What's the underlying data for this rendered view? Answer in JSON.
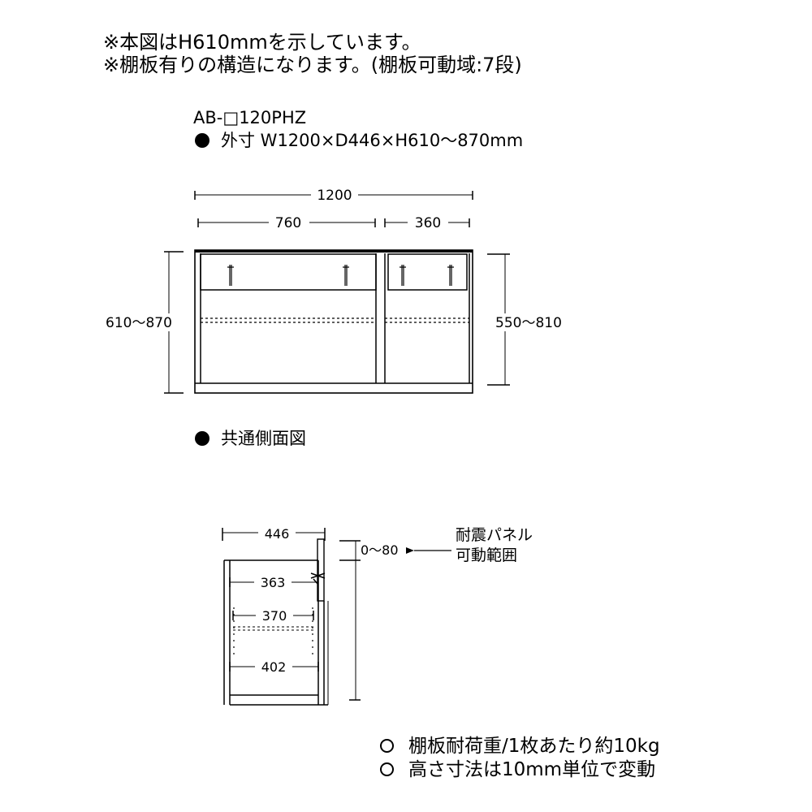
{
  "notes": [
    "※本図はH610mmを示しています。",
    "※棚板有りの構造になります。(棚板可動域:7段)"
  ],
  "model": "AB-□120PHZ",
  "outer_dimensions": "外寸 W1200×D446×H610〜870mm",
  "front_view": {
    "total_width": "1200",
    "left_width": "760",
    "right_width": "360",
    "left_height": "610〜870",
    "right_height": "550〜810"
  },
  "side_view": {
    "title": "共通側面図",
    "depth": "446",
    "inner_depth_1": "363",
    "inner_depth_2": "370",
    "inner_depth_3": "402",
    "panel_range": "0〜80",
    "panel_label_1": "耐震パネル",
    "panel_label_2": "可動範囲"
  },
  "footnotes": [
    "棚板耐荷重/1枚あたり約10kg",
    "高さ寸法は10mm単位で変動"
  ]
}
